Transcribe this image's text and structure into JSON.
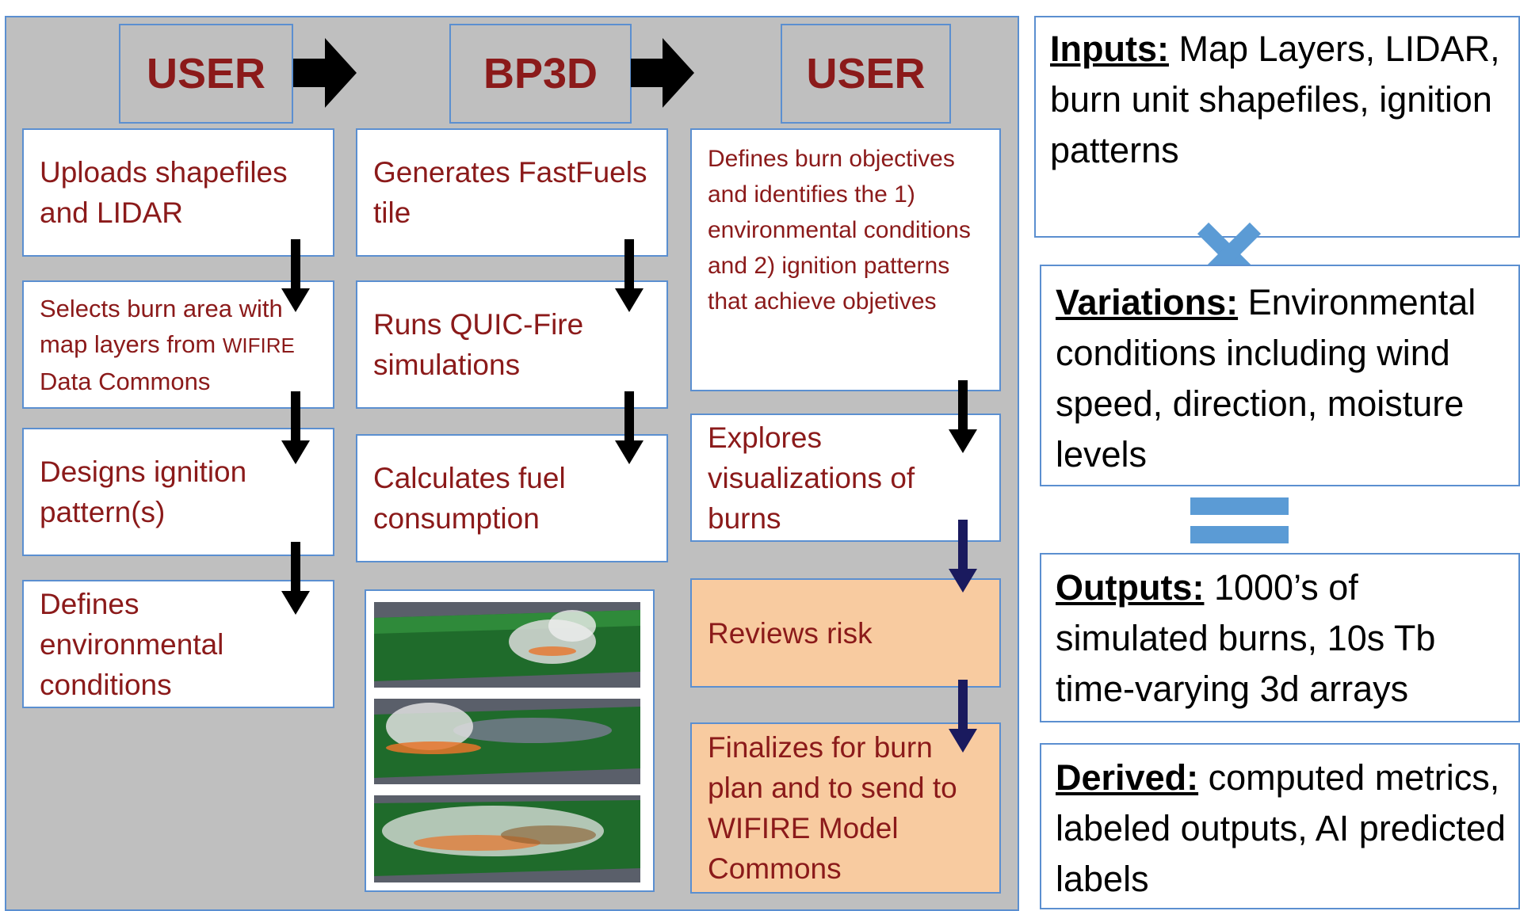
{
  "colors": {
    "panel_bg": "#bfbfbf",
    "border": "#5b8fd0",
    "text_red": "#8b1a1a",
    "orange_box": "#f8cba0",
    "symbol_blue": "#5b9bd5"
  },
  "headers": {
    "user_left": "USER",
    "bp3d": "BP3D",
    "user_right": "USER"
  },
  "user_left_steps": {
    "step1": "Uploads shapefiles and LIDAR",
    "step2_a": "Selects burn area with map layers from ",
    "step2_wifire": "WIFIRE",
    "step2_b": " Data Commons",
    "step3": "Designs ignition pattern(s)",
    "step4": "Defines environmental conditions"
  },
  "bp3d_steps": {
    "step1": "Generates FastFuels tile",
    "step2": "Runs QUIC-Fire simulations",
    "step3": "Calculates fuel consumption"
  },
  "user_right_steps": {
    "step1": "Defines burn objectives and identifies the 1) environmental conditions and 2) ignition patterns that achieve objetives",
    "step2": "Explores visualizations of burns",
    "step3": "Reviews risk",
    "step4": "Finalizes for burn plan and to send to WIFIRE Model Commons"
  },
  "info_panels": {
    "inputs": {
      "term": "Inputs:",
      "text": " Map Layers, LIDAR, burn unit shapefiles, ignition patterns"
    },
    "variations": {
      "term": "Variations:",
      "text": " Environmental conditions including wind speed, direction, moisture levels"
    },
    "outputs": {
      "term": "Outputs:",
      "text": " 1000’s of simulated burns, 10s Tb time-varying 3d arrays"
    },
    "derived": {
      "term": "Derived:",
      "text": " computed metrics, labeled outputs, AI predicted labels"
    }
  },
  "symbols": {
    "multiply": "multiply-icon",
    "equals": "equals-icon"
  }
}
